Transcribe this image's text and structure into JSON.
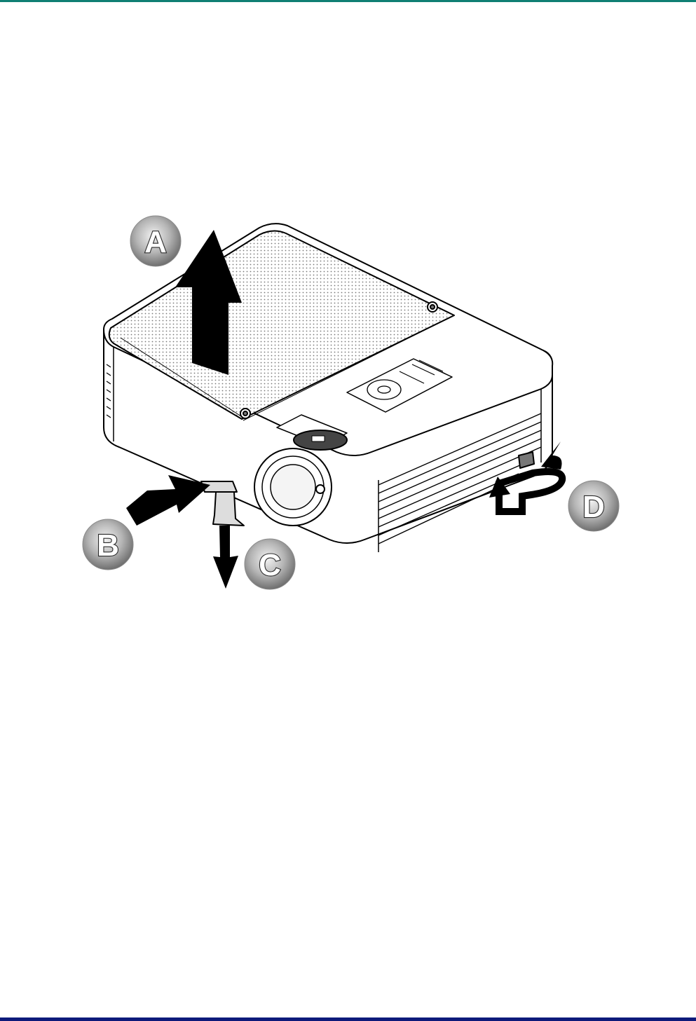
{
  "page": {
    "header_rule_color": "#0f7f73",
    "footer_rule_color": "#0d1a7a"
  },
  "figure": {
    "subject": "projector",
    "callouts": {
      "a": "A",
      "b": "B",
      "c": "C",
      "d": "D"
    },
    "icons": [
      "arrow-up-icon",
      "arrow-right-icon",
      "arrow-down-icon",
      "rotate-arrow-icon"
    ]
  }
}
